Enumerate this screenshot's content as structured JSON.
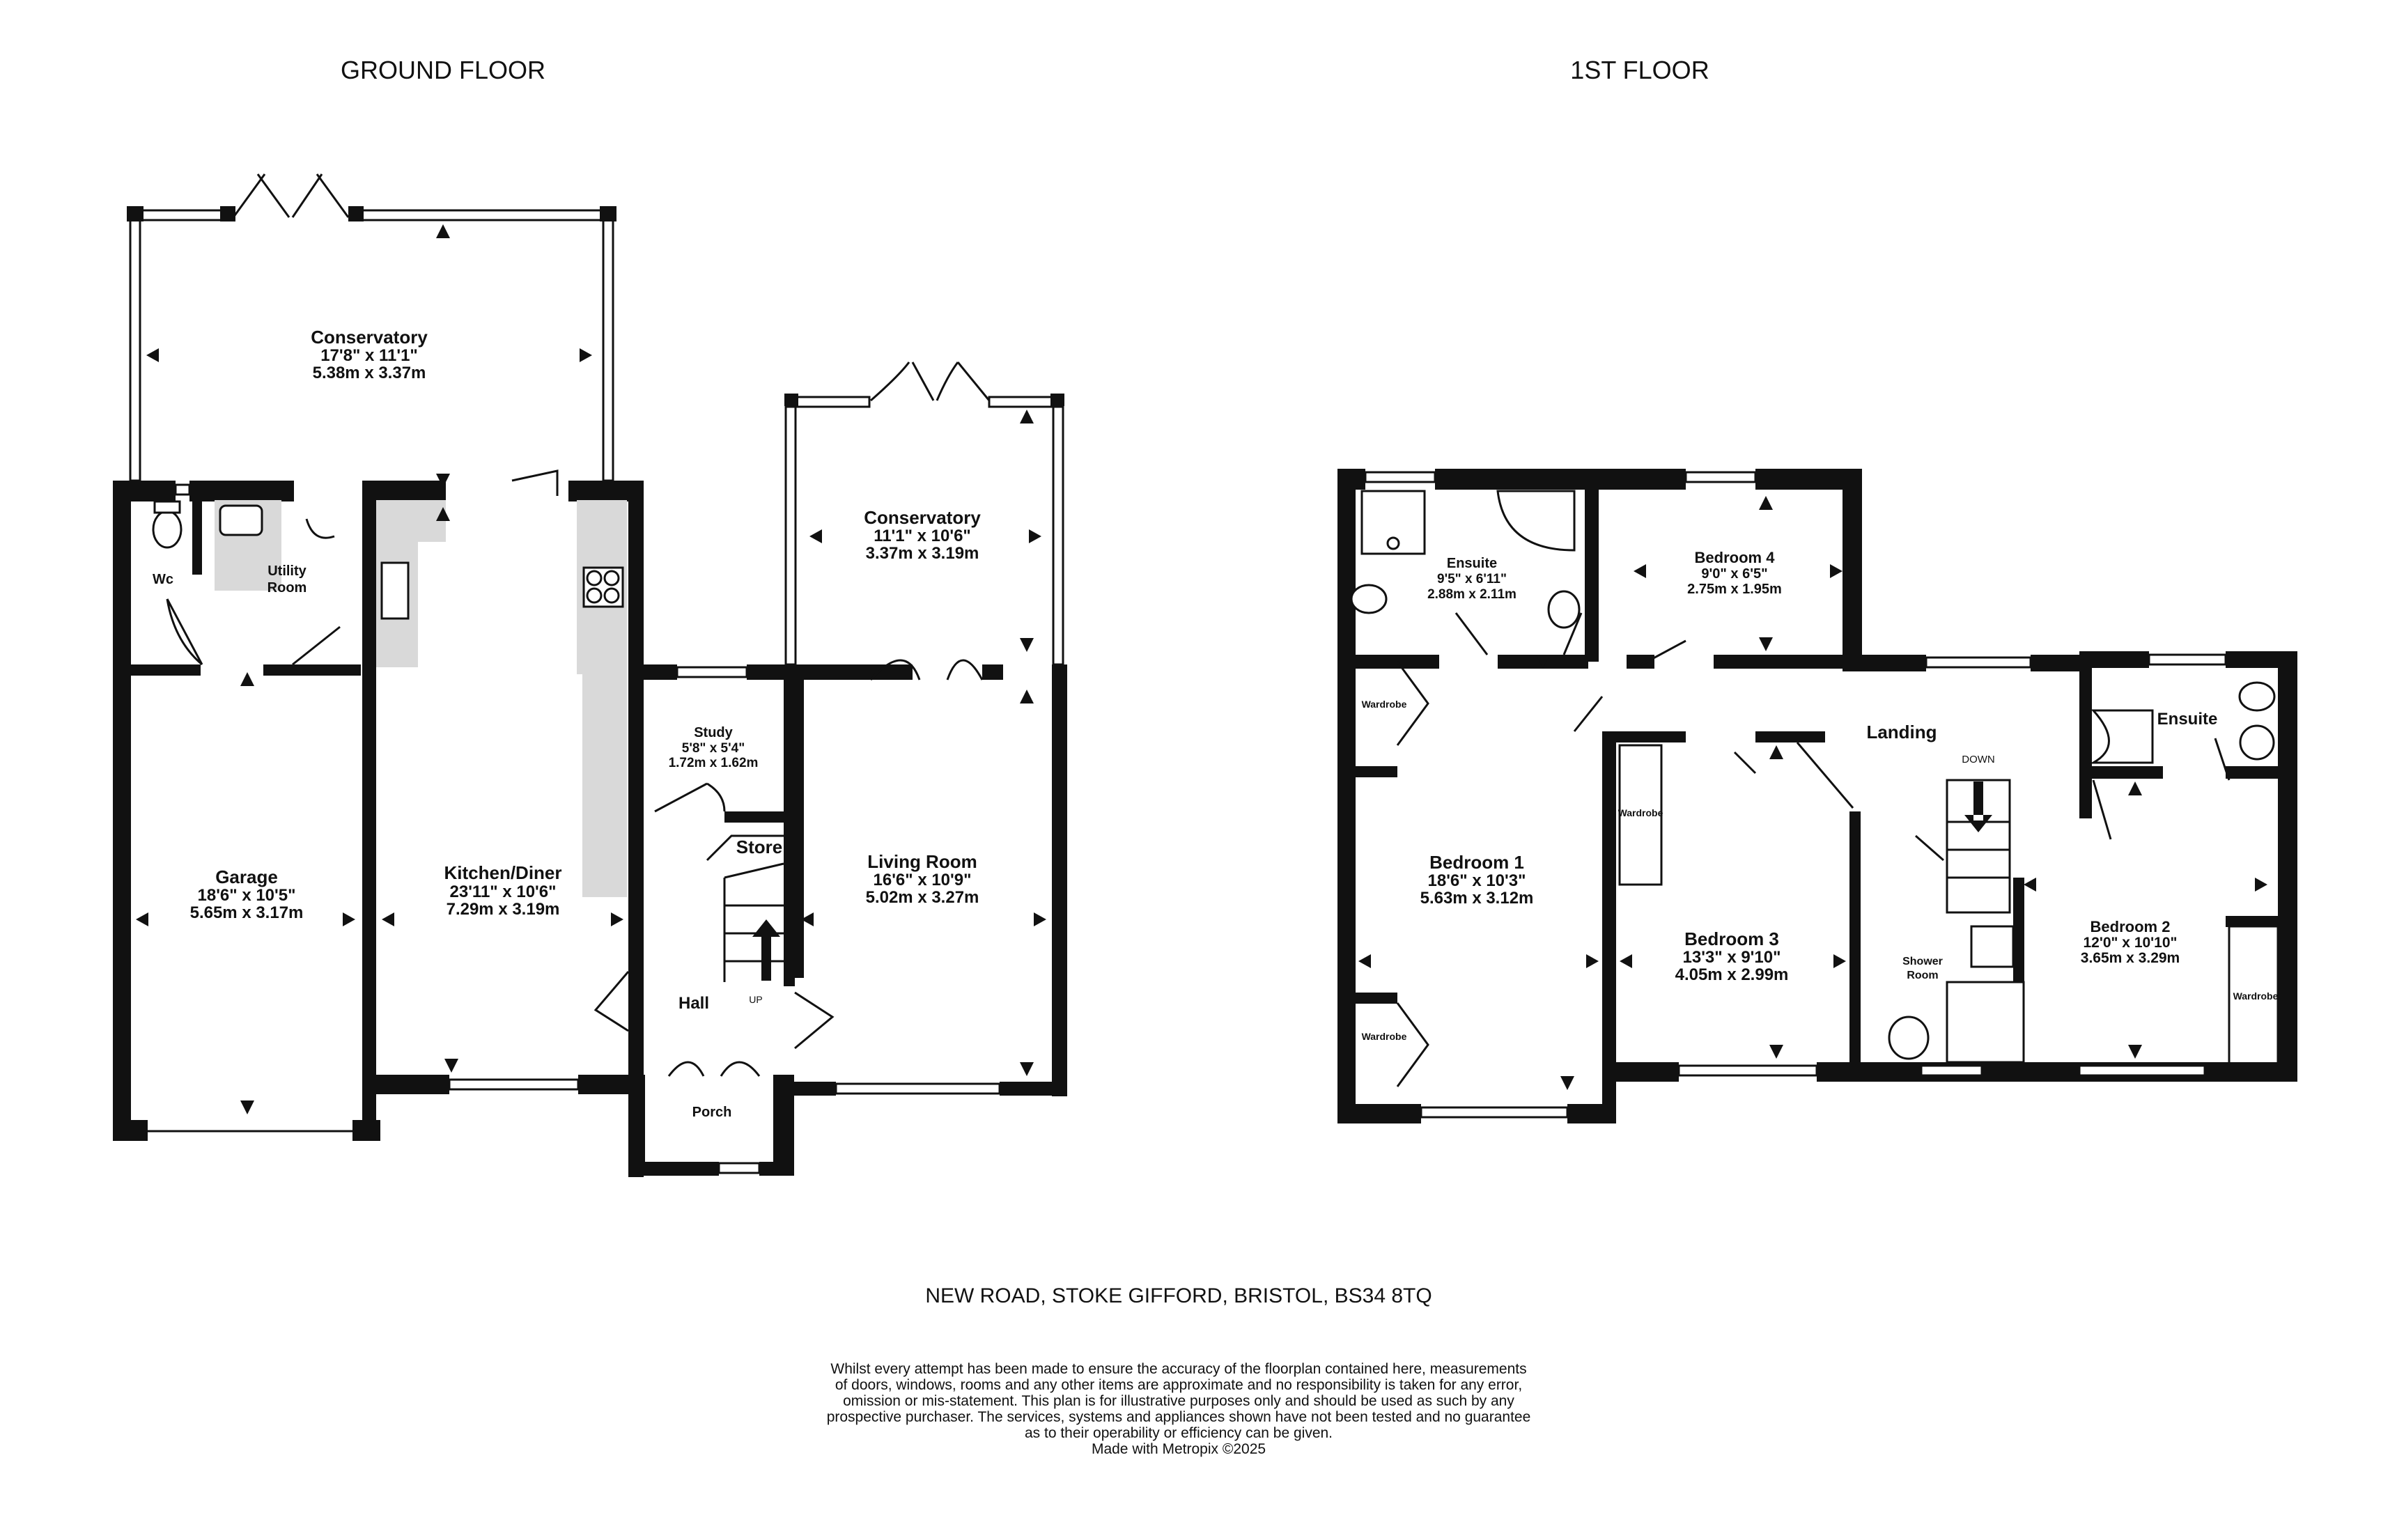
{
  "headings": {
    "ground": "GROUND FLOOR",
    "first": "1ST FLOOR"
  },
  "address": "NEW ROAD, STOKE GIFFORD, BRISTOL, BS34 8TQ",
  "disclaimer": [
    "Whilst every attempt has been made to ensure the accuracy of the floorplan contained here, measurements",
    "of doors, windows, rooms and any other items are approximate and no responsibility is taken for any error,",
    "omission or mis-statement. This plan is for illustrative purposes only and should be used as such by any",
    "prospective purchaser. The services, systems and appliances shown have not been tested and no guarantee",
    "as to their operability or efficiency can be given.",
    "Made with Metropix ©2025"
  ],
  "ground_floor": {
    "conservatory_main": {
      "name": "Conservatory",
      "imperial": "17'8\"  x 11'1\"",
      "metric": "5.38m  x 3.37m"
    },
    "conservatory_side": {
      "name": "Conservatory",
      "imperial": "11'1\"  x 10'6\"",
      "metric": "3.37m  x 3.19m"
    },
    "wc": {
      "name": "Wc"
    },
    "utility": {
      "line1": "Utility",
      "line2": "Room"
    },
    "garage": {
      "name": "Garage",
      "imperial": "18'6\"  x 10'5\"",
      "metric": "5.65m  x 3.17m"
    },
    "kitchen": {
      "name": "Kitchen/Diner",
      "imperial": "23'11\"  x 10'6\"",
      "metric": "7.29m  x 3.19m"
    },
    "study": {
      "name": "Study",
      "imperial": "5'8\"  x 5'4\"",
      "metric": "1.72m  x 1.62m"
    },
    "store": {
      "name": "Store"
    },
    "living": {
      "name": "Living Room",
      "imperial": "16'6\"  x 10'9\"",
      "metric": "5.02m  x 3.27m"
    },
    "hall": {
      "name": "Hall"
    },
    "porch": {
      "name": "Porch"
    },
    "stairs_up": "UP"
  },
  "first_floor": {
    "ensuite1": {
      "name": "Ensuite",
      "imperial": "9'5\"  x 6'11\"",
      "metric": "2.88m  x 2.11m"
    },
    "bedroom4": {
      "name": "Bedroom 4",
      "imperial": "9'0\"  x 6'5\"",
      "metric": "2.75m  x 1.95m"
    },
    "landing": {
      "name": "Landing"
    },
    "stairs_down": "DOWN",
    "ensuite2": {
      "name": "Ensuite"
    },
    "wardrobe": "Wardrobe",
    "bedroom1": {
      "name": "Bedroom 1",
      "imperial": "18'6\"  x 10'3\"",
      "metric": "5.63m  x 3.12m"
    },
    "bedroom3": {
      "name": "Bedroom 3",
      "imperial": "13'3\"  x 9'10\"",
      "metric": "4.05m  x 2.99m"
    },
    "shower": {
      "line1": "Shower",
      "line2": "Room"
    },
    "bedroom2": {
      "name": "Bedroom 2",
      "imperial": "12'0\"  x 10'10\"",
      "metric": "3.65m  x 3.29m"
    }
  }
}
